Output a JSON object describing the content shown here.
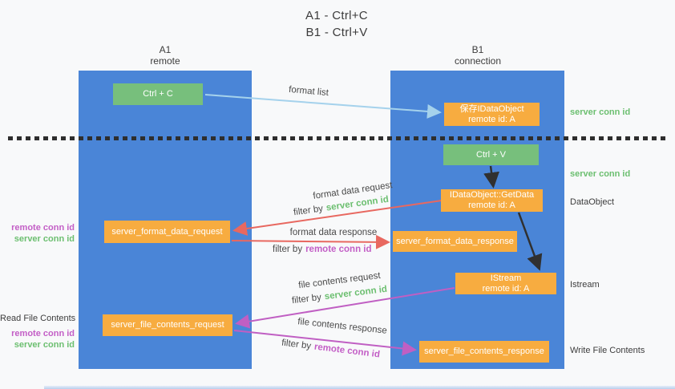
{
  "title": {
    "line1": "A1 - Ctrl+C",
    "line2": "B1 - Ctrl+V"
  },
  "columns": {
    "a1": {
      "name": "A1",
      "subtitle": "remote"
    },
    "b1": {
      "name": "B1",
      "subtitle": "connection"
    }
  },
  "boxes": {
    "ctrl_c": {
      "label": "Ctrl + C"
    },
    "save_idataobject": {
      "line1": "保存IDataObject",
      "line2": "remote id: A"
    },
    "ctrl_v": {
      "label": "Ctrl + V"
    },
    "getdata": {
      "line1": "IDataObject::GetData",
      "line2": "remote id: A"
    },
    "format_request": {
      "label": "server_format_data_request"
    },
    "format_response": {
      "label": "server_format_data_response"
    },
    "istream": {
      "line1": "IStream",
      "line2": "remote id: A"
    },
    "file_request": {
      "label": "server_file_contents_request"
    },
    "file_response": {
      "label": "server_file_contents_response"
    }
  },
  "arrow_labels": {
    "format_list": "format list",
    "format_data_request": "format data request",
    "format_data_response": "format data response",
    "file_contents_request": "file contents request",
    "file_contents_response": "file contents response",
    "filter_by": "filter by",
    "server_conn_id": "server conn id",
    "remote_conn_id": "remote conn id"
  },
  "side_labels": {
    "left_remote_conn_id_1": "remote conn id",
    "left_server_conn_id_1": "server conn id",
    "read_file_contents": "Read File Contents",
    "left_remote_conn_id_2": "remote conn id",
    "left_server_conn_id_2": "server conn id",
    "right_server_conn_id_1": "server conn id",
    "right_server_conn_id_2": "server conn id",
    "dataobject": "DataObject",
    "istream": "Istream",
    "write_file_contents": "Write File Contents"
  },
  "colors": {
    "lane_blue": "#4a85d7",
    "node_green": "#77bf7c",
    "node_orange": "#f7ac40",
    "arrow_lightblue": "#a5d2ec",
    "arrow_red": "#e86860",
    "arrow_magenta": "#c05fc3",
    "arrow_black": "#303030",
    "text_green": "#6cbf70",
    "text_magenta": "#c35ec6",
    "text_dark": "#3c3c3c"
  }
}
